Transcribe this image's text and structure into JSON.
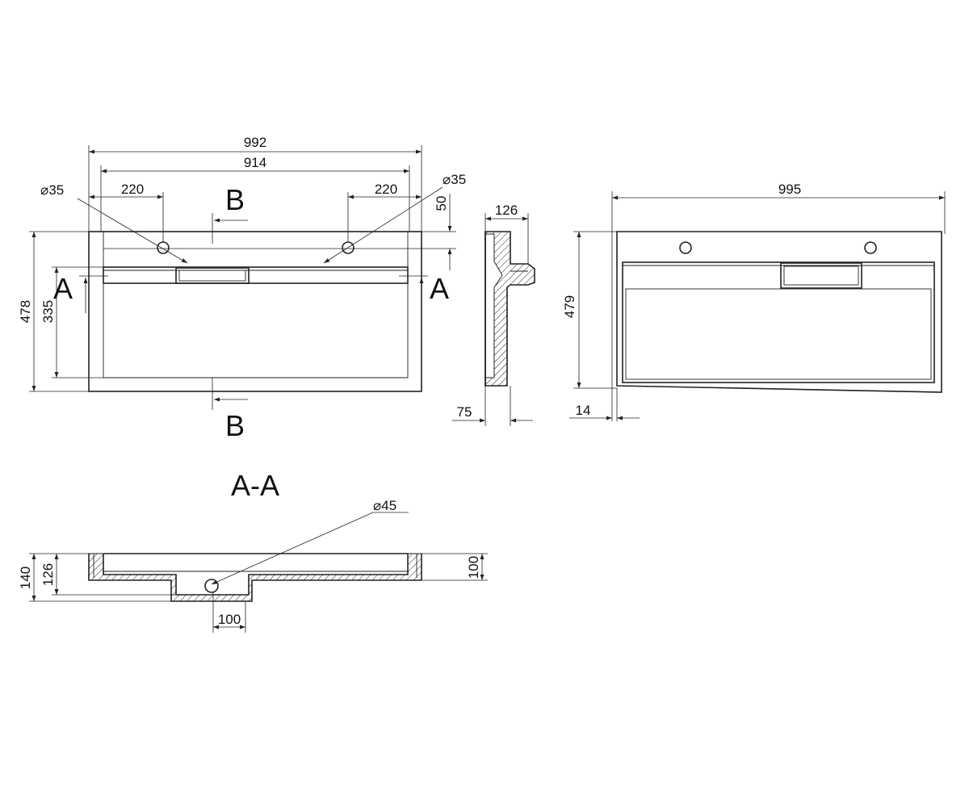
{
  "plan_view": {
    "dims": {
      "overall_width": "992",
      "inner_width": "914",
      "hole_offset_left": "220",
      "hole_offset_right": "220",
      "hole_left": "⌀35",
      "hole_right": "⌀35",
      "back_depth": "50",
      "overall_depth": "478",
      "bowl_depth": "335"
    },
    "section_marks": {
      "a_left": "A",
      "a_right": "A",
      "b_top": "B",
      "b_bottom": "B"
    }
  },
  "side_view": {
    "dims": {
      "height": "126",
      "front_lip": "75"
    }
  },
  "rear_view": {
    "dims": {
      "width": "995",
      "depth": "479",
      "edge": "14"
    }
  },
  "section_aa": {
    "title": "A-A",
    "dims": {
      "drain": "⌀45",
      "total_height": "140",
      "rim_height": "126",
      "inner_height": "100",
      "drain_width": "100"
    }
  }
}
